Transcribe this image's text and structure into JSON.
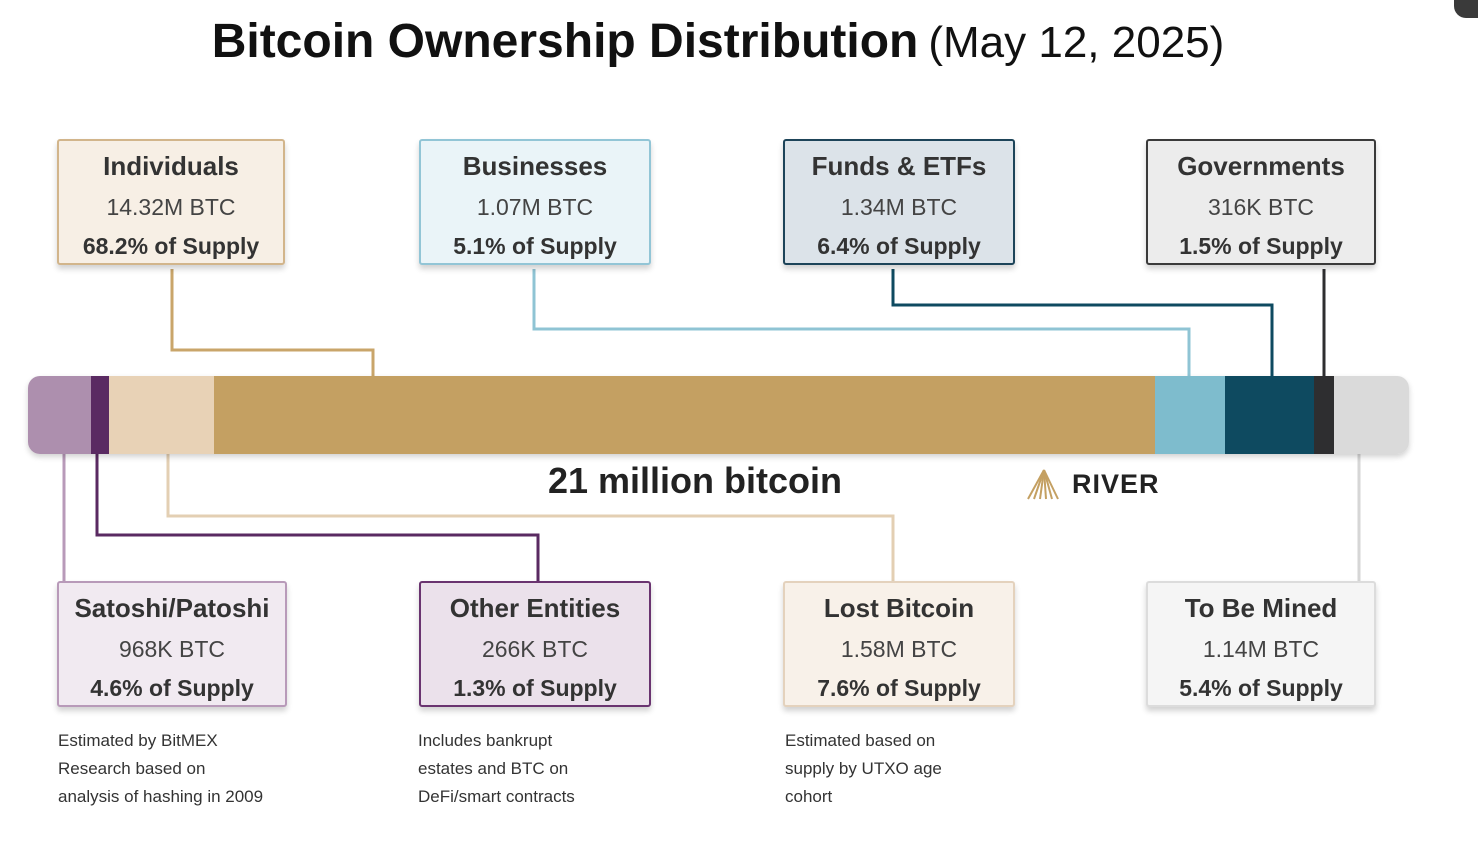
{
  "title": {
    "main": "Bitcoin Ownership Distribution",
    "date": "(May 12, 2025)"
  },
  "subtitle": "21 million bitcoin",
  "brand": "RIVER",
  "chart_data": {
    "type": "bar",
    "orientation": "horizontal-stacked",
    "total": 21,
    "categories": [
      "Satoshi/Patoshi",
      "Other Entities",
      "Lost Bitcoin",
      "Individuals",
      "Businesses",
      "Funds & ETFs",
      "Governments",
      "To Be Mined"
    ],
    "series": [
      {
        "values": [
          4.6,
          1.3,
          7.6,
          68.2,
          5.1,
          6.4,
          1.5,
          5.4
        ],
        "colors": [
          "#ad8fae",
          "#5a2a62",
          "#e8d2b6",
          "#c4a062",
          "#7ebccd",
          "#0e4a60",
          "#2e2e30",
          "#dadada"
        ]
      }
    ]
  },
  "cards": [
    {
      "id": "individuals",
      "name": "Individuals",
      "btc": "14.32M BTC",
      "pct": "68.2% of Supply",
      "bg": "#f7efe5",
      "border": "#d2b58b"
    },
    {
      "id": "businesses",
      "name": "Businesses",
      "btc": "1.07M BTC",
      "pct": "5.1% of Supply",
      "bg": "#eaf4f8",
      "border": "#92c5d6"
    },
    {
      "id": "funds",
      "name": "Funds & ETFs",
      "btc": "1.34M BTC",
      "pct": "6.4% of Supply",
      "bg": "#dce3e9",
      "border": "#1d4459"
    },
    {
      "id": "governments",
      "name": "Governments",
      "btc": "316K BTC",
      "pct": "1.5% of Supply",
      "bg": "#ececec",
      "border": "#3a3a3a"
    },
    {
      "id": "satoshi",
      "name": "Satoshi/Patoshi",
      "btc": "968K BTC",
      "pct": "4.6% of Supply",
      "bg": "#f1eaf1",
      "border": "#b89ab9"
    },
    {
      "id": "other",
      "name": "Other Entities",
      "btc": "266K BTC",
      "pct": "1.3% of Supply",
      "bg": "#ebe1eb",
      "border": "#6a3470"
    },
    {
      "id": "lost",
      "name": "Lost Bitcoin",
      "btc": "1.58M BTC",
      "pct": "7.6% of Supply",
      "bg": "#f8f1e9",
      "border": "#e4d2bd"
    },
    {
      "id": "mined",
      "name": "To Be Mined",
      "btc": "1.14M BTC",
      "pct": "5.4% of Supply",
      "bg": "#f5f5f5",
      "border": "#dcdcdc"
    }
  ],
  "notes": {
    "satoshi": [
      "Estimated by BitMEX",
      "Research based on",
      "analysis of hashing in 2009"
    ],
    "other": [
      "Includes bankrupt",
      "estates and BTC on",
      "DeFi/smart contracts"
    ],
    "lost": [
      "Estimated based on",
      "supply by UTXO age",
      "cohort"
    ]
  }
}
